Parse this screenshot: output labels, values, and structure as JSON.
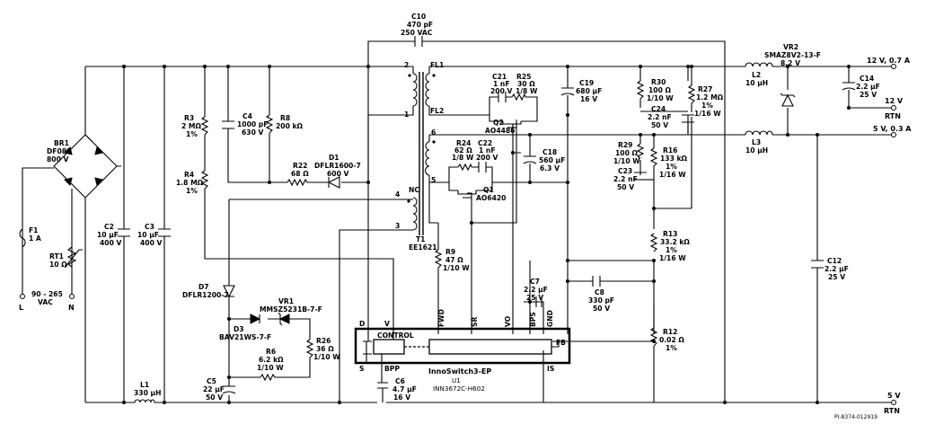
{
  "components": {
    "c10": {
      "ref": "C10",
      "value": "470 pF",
      "rating": "250 VAC"
    },
    "br1": {
      "ref": "BR1",
      "part": "DF08S",
      "rating": "800 V"
    },
    "f1": {
      "ref": "F1",
      "value": "1 A"
    },
    "rt1": {
      "ref": "RT1",
      "value": "10 Ω"
    },
    "c2": {
      "ref": "C2",
      "value": "10 µF",
      "rating": "400 V"
    },
    "c3": {
      "ref": "C3",
      "value": "10 µF",
      "rating": "400 V"
    },
    "r3": {
      "ref": "R3",
      "value": "2 MΩ",
      "tol": "1%"
    },
    "r4": {
      "ref": "R4",
      "value": "1.8 MΩ",
      "tol": "1%"
    },
    "c4": {
      "ref": "C4",
      "value": "1000 pF",
      "rating": "630 V"
    },
    "r8": {
      "ref": "R8",
      "value": "200 kΩ"
    },
    "r22": {
      "ref": "R22",
      "value": "68 Ω"
    },
    "d1": {
      "ref": "D1",
      "part": "DFLR1600-7",
      "rating": "600 V"
    },
    "d7": {
      "ref": "D7",
      "part": "DFLR1200-7"
    },
    "vr1": {
      "ref": "VR1",
      "part": "MMSZ5231B-7-F"
    },
    "d3": {
      "ref": "D3",
      "part": "BAV21WS-7-F"
    },
    "r26": {
      "ref": "R26",
      "value": "36 Ω",
      "power": "1/10 W"
    },
    "r6": {
      "ref": "R6",
      "value": "6.2 kΩ",
      "power": "1/10 W"
    },
    "c5": {
      "ref": "C5",
      "value": "22 µF",
      "rating": "50 V"
    },
    "l1": {
      "ref": "L1",
      "value": "330 µH"
    },
    "c6": {
      "ref": "C6",
      "value": "4.7 µF",
      "rating": "16 V"
    },
    "t1": {
      "ref": "T1",
      "part": "EE1621"
    },
    "c21": {
      "ref": "C21",
      "value": "1 nF",
      "rating": "200 V"
    },
    "r25": {
      "ref": "R25",
      "value": "30 Ω",
      "power": "1/8 W"
    },
    "q2": {
      "ref": "Q2",
      "part": "AO4486"
    },
    "c19": {
      "ref": "C19",
      "value": "680 µF",
      "rating": "16 V"
    },
    "r24": {
      "ref": "R24",
      "value": "62 Ω",
      "power": "1/8 W"
    },
    "c22": {
      "ref": "C22",
      "value": "1 nF",
      "rating": "200 V"
    },
    "c18": {
      "ref": "C18",
      "value": "560 µF",
      "rating": "6.3 V"
    },
    "q1": {
      "ref": "Q1",
      "part": "AO6420"
    },
    "r9": {
      "ref": "R9",
      "value": "47 Ω",
      "power": "1/10 W"
    },
    "c7": {
      "ref": "C7",
      "value": "2.2 µF",
      "rating": "25 V"
    },
    "c8": {
      "ref": "C8",
      "value": "330 pF",
      "rating": "50 V"
    },
    "r30": {
      "ref": "R30",
      "value": "100 Ω",
      "power": "1/10 W"
    },
    "c24": {
      "ref": "C24",
      "value": "2.2 nF",
      "rating": "50 V"
    },
    "r27": {
      "ref": "R27",
      "value": "1.2 MΩ",
      "tol": "1%",
      "power": "1/16 W"
    },
    "r29": {
      "ref": "R29",
      "value": "100 Ω",
      "power": "1/10 W"
    },
    "c23": {
      "ref": "C23",
      "value": "2.2 nF",
      "rating": "50 V"
    },
    "r16": {
      "ref": "R16",
      "value": "133 kΩ",
      "tol": "1%",
      "power": "1/16 W"
    },
    "r13": {
      "ref": "R13",
      "value": "33.2 kΩ",
      "tol": "1%",
      "power": "1/16 W"
    },
    "r12": {
      "ref": "R12",
      "value": "0.02 Ω",
      "tol": "1%"
    },
    "l2": {
      "ref": "L2",
      "value": "10 µH"
    },
    "l3": {
      "ref": "L3",
      "value": "10 µH"
    },
    "vr2": {
      "ref": "VR2",
      "part": "SMAZ8V2-13-F",
      "rating": "8.2 V"
    },
    "c14": {
      "ref": "C14",
      "value": "2.2 µF",
      "rating": "25 V"
    },
    "c12": {
      "ref": "C12",
      "value": "2.2 µF",
      "rating": "25 V"
    },
    "u1": {
      "ref": "U1",
      "family": "InnoSwitch3-EP",
      "part": "INN3672C-H602",
      "block": "CONTROL"
    }
  },
  "pins": {
    "d": "D",
    "v": "V",
    "s": "S",
    "bpp": "BPP",
    "fwd": "FWD",
    "sr": "SR",
    "vo": "VO",
    "bps": "BPS",
    "gnd": "GND",
    "fb": "FB",
    "is": "IS"
  },
  "transformer_pins": {
    "p2": "2",
    "p1": "1",
    "p4": "4",
    "p3": "3",
    "p6": "6",
    "p5": "5",
    "fl1": "FL1",
    "fl2": "FL2",
    "nc": "NC"
  },
  "terminals": {
    "input": "90 - 265",
    "input_unit": "VAC",
    "l": "L",
    "n": "N",
    "out1": "12 V, 0.7 A",
    "out1_rtn_v": "12 V",
    "out1_rtn": "RTN",
    "out2": "5 V, 0.3 A",
    "out2_rtn_v": "5 V",
    "out2_rtn": "RTN"
  },
  "drawing_number": "PI-8374-012919"
}
